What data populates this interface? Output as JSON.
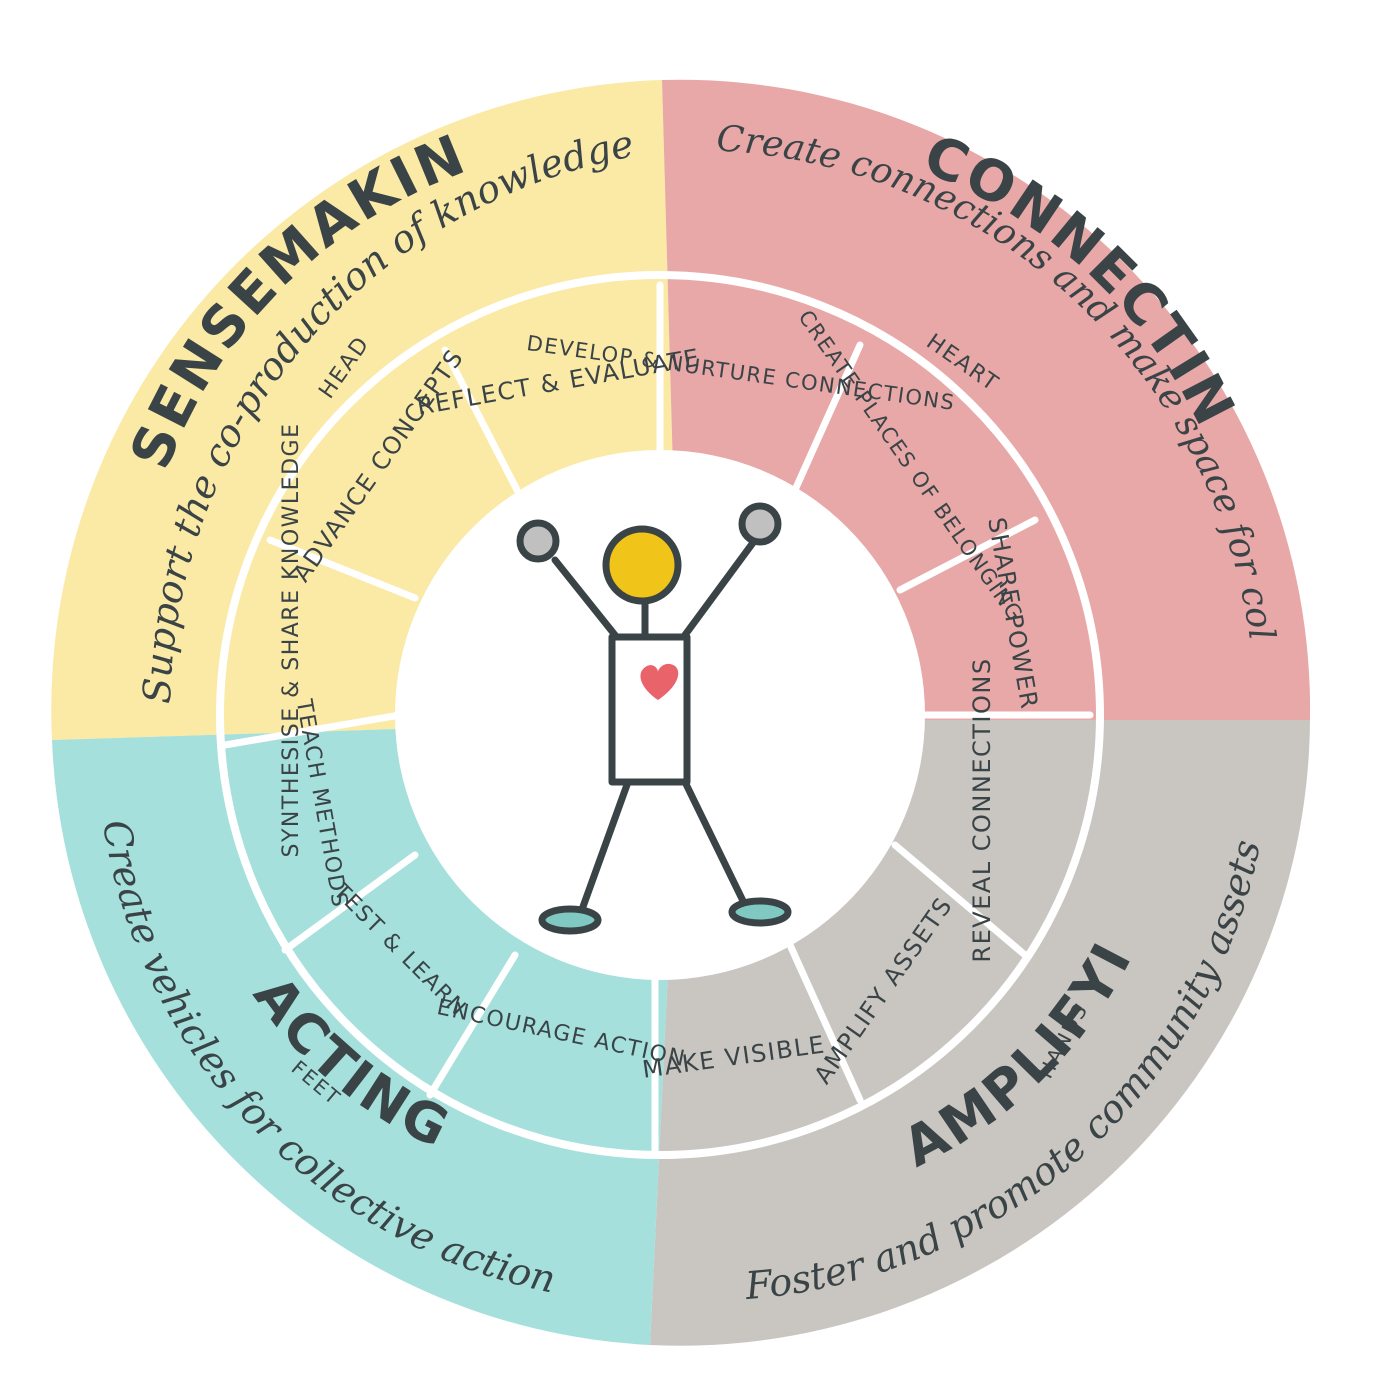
{
  "colors": {
    "sensemaking": "#fbe9a6",
    "connecting": "#e8a8a8",
    "amplifying": "#c9c6c1",
    "acting": "#a5e0dc",
    "divider": "#ffffff",
    "ink": "#3a4447",
    "head": "#f0c419",
    "heart": "#e8646a",
    "hand": "#c0c0c0",
    "foot": "#7fc9c2"
  },
  "quadrants": {
    "sensemaking": {
      "title": "SENSEMAKING",
      "caption": "Support the co-production of knowledge",
      "body_part": "HEAD",
      "segments": [
        "SYNTHESISE & SHARE KNOWLEDGE",
        "ADVANCE CONCEPTS",
        "REFLECT & EVALUATE"
      ]
    },
    "connecting": {
      "title": "CONNECTING",
      "caption": "Create connections and make space for collective inquiry",
      "body_part": "HEART",
      "segments": [
        "DEVELOP & NURTURE CONNECTIONS",
        "CREATE PLACES OF BELONGING",
        "SHARE POWER"
      ]
    },
    "amplifying": {
      "title": "AMPLIFYING",
      "caption": "Foster and promote community assets",
      "body_part": "HANDS",
      "segments": [
        "REVEAL CONNECTIONS",
        "AMPLIFY ASSETS",
        "MAKE VISIBLE"
      ]
    },
    "acting": {
      "title": "ACTING",
      "caption": "Create vehicles for collective action",
      "body_part": "FEET",
      "segments": [
        "ENCOURAGE ACTION",
        "TEST & LEARN",
        "TEACH METHODS"
      ]
    }
  },
  "figure": {
    "icons": [
      "stick-figure-icon",
      "heart-icon"
    ]
  }
}
